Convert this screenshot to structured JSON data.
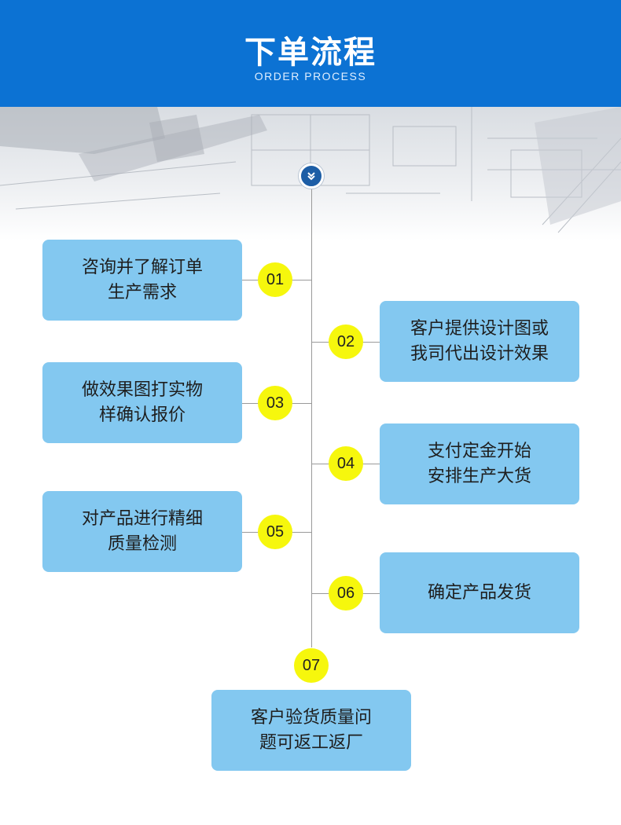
{
  "header": {
    "title": "下单流程",
    "subtitle": "ORDER PROCESS"
  },
  "colors": {
    "header_bg": "#0c72d3",
    "step_box": "#83c8f0",
    "step_number": "#f6f70d",
    "marker": "#1d5ea6",
    "line": "#9a9a9a"
  },
  "icons": {
    "marker": "double-chevron-down-icon"
  },
  "steps": [
    {
      "number": "01",
      "lines": [
        "咨询并了解订单",
        "生产需求"
      ]
    },
    {
      "number": "02",
      "lines": [
        "客户提供设计图或",
        "我司代出设计效果"
      ]
    },
    {
      "number": "03",
      "lines": [
        "做效果图打实物",
        "样确认报价"
      ]
    },
    {
      "number": "04",
      "lines": [
        "支付定金开始",
        "安排生产大货"
      ]
    },
    {
      "number": "05",
      "lines": [
        "对产品进行精细",
        "质量检测"
      ]
    },
    {
      "number": "06",
      "lines": [
        "确定产品发货"
      ]
    },
    {
      "number": "07",
      "lines": [
        "客户验货质量问",
        "题可返工返厂"
      ]
    }
  ]
}
